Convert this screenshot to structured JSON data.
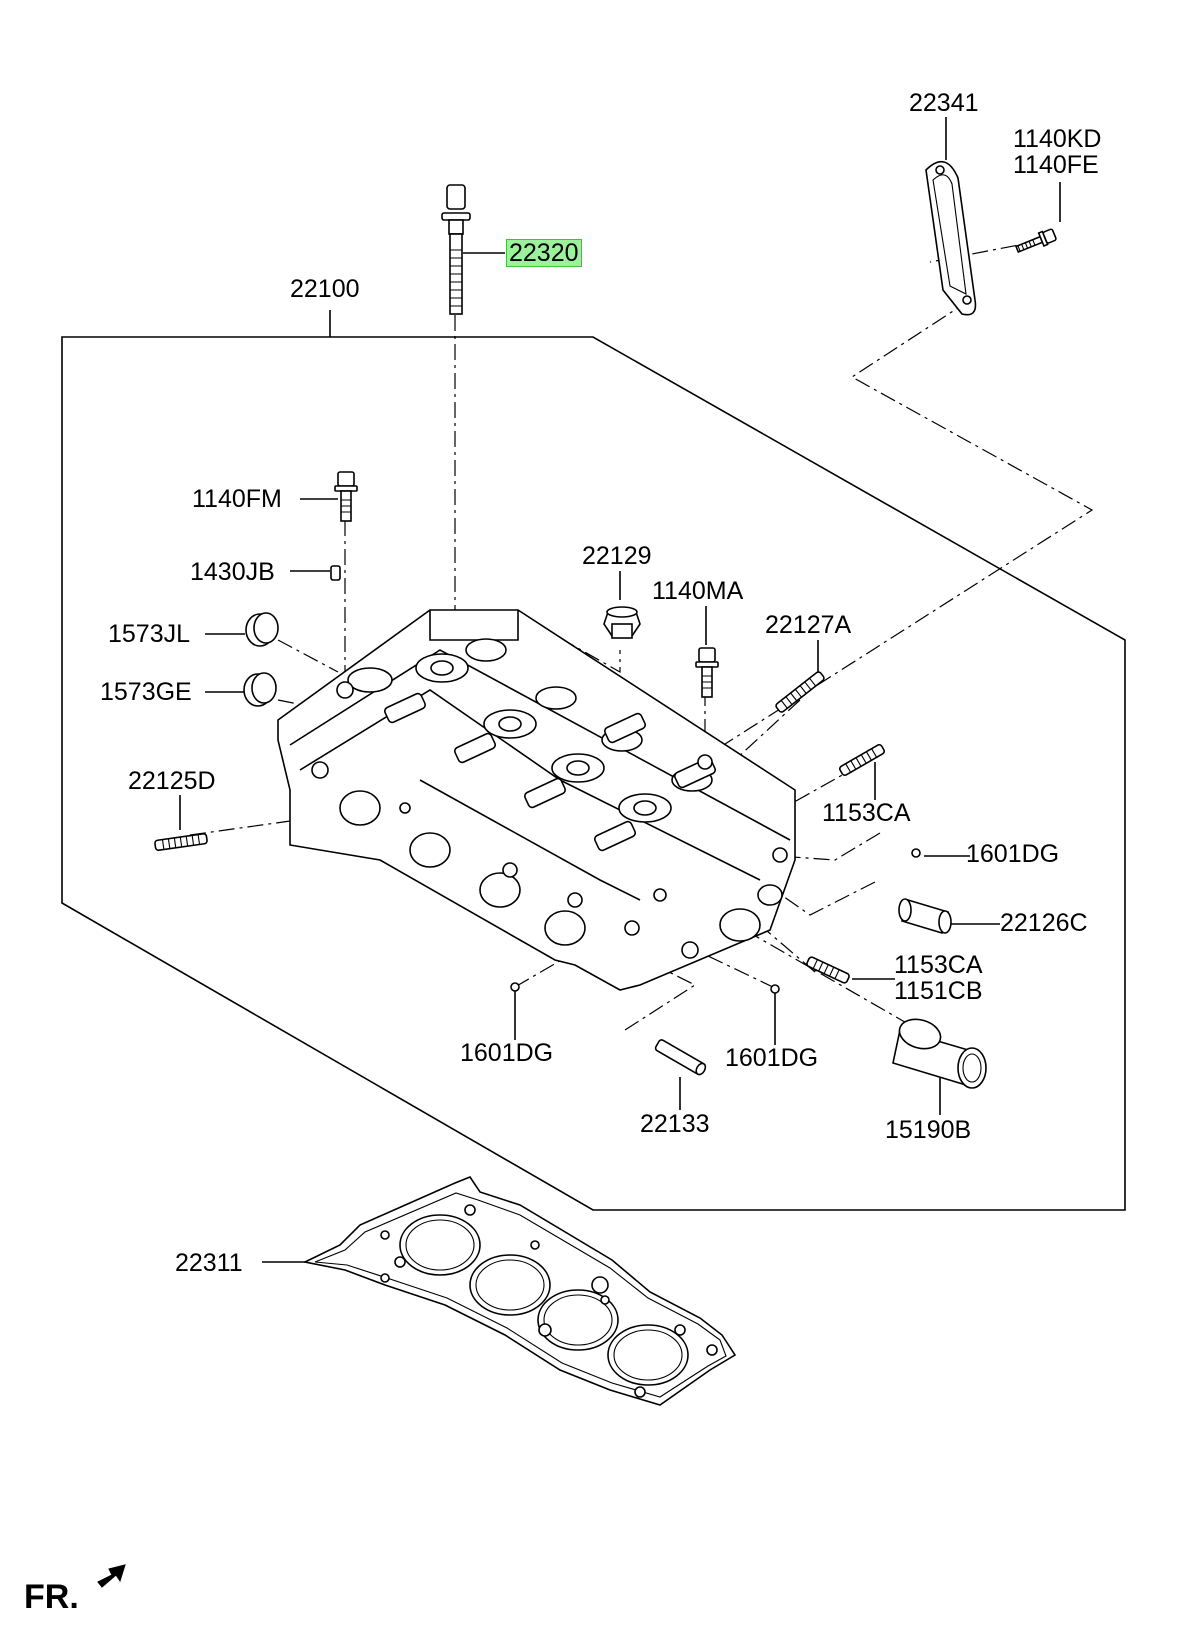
{
  "diagram": {
    "labels": {
      "p22341": "22341",
      "p1140KD": "1140KD",
      "p1140FE": "1140FE",
      "p22320": "22320",
      "p22100": "22100",
      "p1140FM": "1140FM",
      "p1430JB": "1430JB",
      "p1573JL": "1573JL",
      "p1573GE": "1573GE",
      "p22129": "22129",
      "p1140MA": "1140MA",
      "p22127A": "22127A",
      "p22125D": "22125D",
      "p1153CA_a": "1153CA",
      "p1601DG_a": "1601DG",
      "p22126C": "22126C",
      "p1153CA_b": "1153CA",
      "p1151CB": "1151CB",
      "p1601DG_b": "1601DG",
      "p1601DG_c": "1601DG",
      "p22133": "22133",
      "p15190B": "15190B",
      "p22311": "22311"
    },
    "highlight_color": "#9bf29b",
    "front_indicator": "FR."
  }
}
